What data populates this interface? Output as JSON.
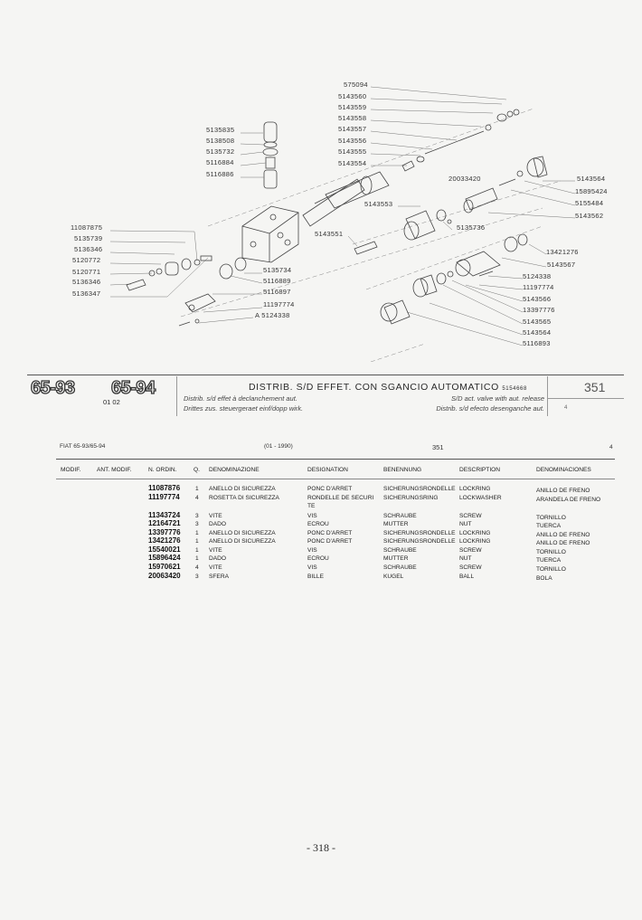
{
  "diagram": {
    "labels_valve_top": [
      "5135835",
      "5138508",
      "5135732",
      "5116884",
      "5116886"
    ],
    "labels_left": [
      "11087875",
      "5135739",
      "5136346",
      "5120772",
      "5120771",
      "5136346",
      "5136347"
    ],
    "labels_block": [
      "5135734",
      "5116889",
      "5116897",
      "11197774",
      "A 5124338"
    ],
    "labels_spool": [
      "575094",
      "5143560",
      "5143559",
      "5143558",
      "5143557",
      "5143556",
      "5143555",
      "5143554"
    ],
    "labels_mid": [
      "20033420",
      "5143553",
      "5143551",
      "5135736"
    ],
    "labels_right_top": [
      "5143564",
      "15895424",
      "5155484",
      "5143562"
    ],
    "labels_right_bottom": [
      "13421276",
      "5143567",
      "5124338",
      "11197774",
      "5143566",
      "13397776",
      "5143565",
      "5143564",
      "5116893"
    ]
  },
  "title_block": {
    "logo_1": "65-93",
    "logo_2": "65-94",
    "models_code": "01 02",
    "title_it": "DISTRIB. S/D EFFET. CON SGANCIO AUTOMATICO",
    "title_code": "5154668",
    "title_fr": "Distrib. s/d effet à declanchement aut.",
    "title_de": "Drittes zus. steuergeraet einf/dopp wirk.",
    "title_en": "S/D act. valve with aut. release",
    "title_es": "Distrib. s/d efecto desenganche aut.",
    "table_no": "351",
    "sheet": "4"
  },
  "list_header": {
    "model": "FIAT 65-93/65-94",
    "date": "(01 - 1990)",
    "table_no": "351",
    "sheet": "4"
  },
  "columns": [
    "MODIF.",
    "ANT. MODIF.",
    "N. ORDIN.",
    "Q.",
    "DENOMINAZIONE",
    "DESIGNATION",
    "BENENNUNG",
    "DESCRIPTION",
    "DENOMINACIONES"
  ],
  "rows": [
    {
      "part": "11087876",
      "qty": "1",
      "it": "ANELLO DI SICUREZZA",
      "fr": "PONC D'ARRET",
      "de": "SICHERUNGSRONDELLE",
      "en": "LOCKRING",
      "es": "ANILLO DE FRENO"
    },
    {
      "part": "11197774",
      "qty": "4",
      "it": "ROSETTA DI SICUREZZA",
      "fr": "RONDELLE DE SECURI",
      "fr2": "TE",
      "de": "SICHERUNGSRING",
      "en": "LOCKWASHER",
      "es": "ARANDELA DE FRENO"
    },
    {
      "part": "11343724",
      "qty": "3",
      "it": "VITE",
      "fr": "VIS",
      "de": "SCHRAUBE",
      "en": "SCREW",
      "es": "TORNILLO"
    },
    {
      "part": "12164721",
      "qty": "3",
      "it": "DADO",
      "fr": "ECROU",
      "de": "MUTTER",
      "en": "NUT",
      "es": "TUERCA"
    },
    {
      "part": "13397776",
      "qty": "1",
      "it": "ANELLO DI SICUREZZA",
      "fr": "PONC D'ARRET",
      "de": "SICHERUNGSRONDELLE",
      "en": "LOCKRING",
      "es": "ANILLO DE FRENO"
    },
    {
      "part": "13421276",
      "qty": "1",
      "it": "ANELLO DI SICUREZZA",
      "fr": "PONC D'ARRET",
      "de": "SICHERUNGSRONDELLE",
      "en": "LOCKRING",
      "es": "ANILLO DE FRENO"
    },
    {
      "part": "15540021",
      "qty": "1",
      "it": "VITE",
      "fr": "VIS",
      "de": "SCHRAUBE",
      "en": "SCREW",
      "es": "TORNILLO"
    },
    {
      "part": "15896424",
      "qty": "1",
      "it": "DADO",
      "fr": "ECROU",
      "de": "MUTTER",
      "en": "NUT",
      "es": "TUERCA"
    },
    {
      "part": "15970621",
      "qty": "4",
      "it": "VITE",
      "fr": "VIS",
      "de": "SCHRAUBE",
      "en": "SCREW",
      "es": "TORNILLO"
    },
    {
      "part": "20063420",
      "qty": "3",
      "it": "SFERA",
      "fr": "BILLE",
      "de": "KUGEL",
      "en": "BALL",
      "es": "BOLA"
    }
  ],
  "page_number": "- 318 -"
}
